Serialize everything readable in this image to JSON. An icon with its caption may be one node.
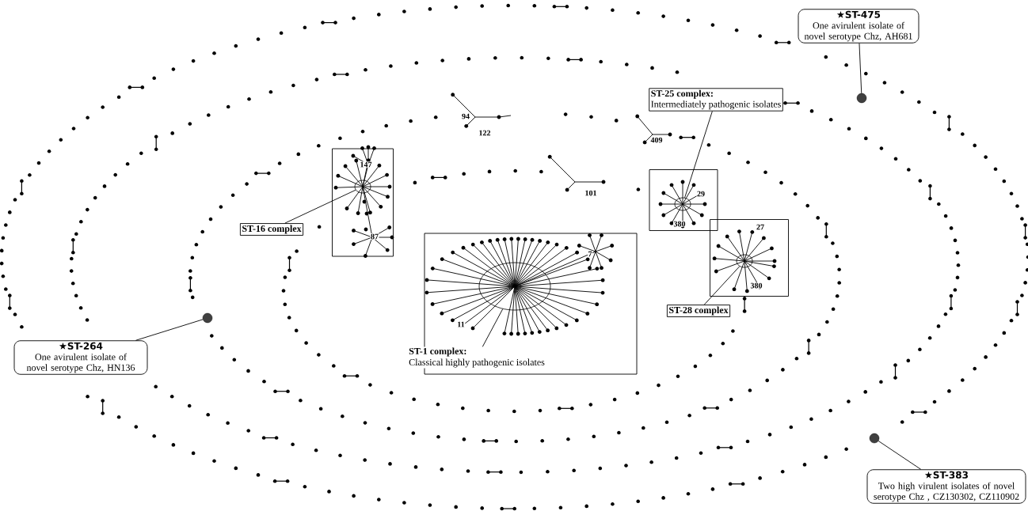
{
  "diagram": {
    "nodes": [
      {
        "text": [
          "★ST-475",
          "One avirulent isolate of novel serotype Chz, AH681"
        ]
      },
      {
        "text": [],
        "shape": "circle"
      },
      {
        "text": [
          "ST-25 complex:",
          "Intermediately pathogenic isolates"
        ]
      },
      {
        "text": [],
        "shape": "box"
      },
      {
        "text": [],
        "shape": "circle",
        "in": 3
      },
      {
        "text": [],
        "shape": "box"
      },
      {
        "text": [],
        "shape": "circle",
        "in": 5
      },
      {
        "text": [
          "ST-16 complex"
        ]
      },
      {
        "text": [],
        "shape": "box"
      },
      {
        "text": [
          "ST-1 complex:",
          "Classical highly pathogenic isolates"
        ],
        "in": 8
      },
      {
        "text": [],
        "shape": "circle",
        "in": 8
      },
      {
        "text": [],
        "shape": "box"
      },
      {
        "text": [],
        "shape": "circle",
        "in": 11
      },
      {
        "text": [
          "ST-28 complex"
        ]
      },
      {
        "text": [
          "★ST-264",
          "One avirulent isolate of novel serotype Chz, HN136"
        ]
      },
      {
        "text": [],
        "shape": "circle"
      },
      {
        "text": [],
        "shape": "circle"
      },
      {
        "text": [
          "★ST-383",
          "Two high virulent isolates of novel serotype Chz , CZ130302, CZ110902"
        ]
      }
    ],
    "edges": [
      {
        "from": 0,
        "to": 1,
        "arrow": "none"
      },
      {
        "from": 2,
        "to": 4,
        "arrow": "none"
      },
      {
        "from": 7,
        "to": 6,
        "arrow": "none"
      },
      {
        "from": 9,
        "to": 10,
        "arrow": "none"
      },
      {
        "from": 13,
        "to": 12,
        "arrow": "none"
      },
      {
        "from": 14,
        "to": 15,
        "arrow": "none"
      },
      {
        "from": 17,
        "to": 16,
        "arrow": "none"
      }
    ],
    "labels": [
      "94",
      "122",
      "409",
      "147",
      "101",
      "29",
      "380",
      "7",
      "27",
      "87",
      "380",
      "11"
    ]
  }
}
